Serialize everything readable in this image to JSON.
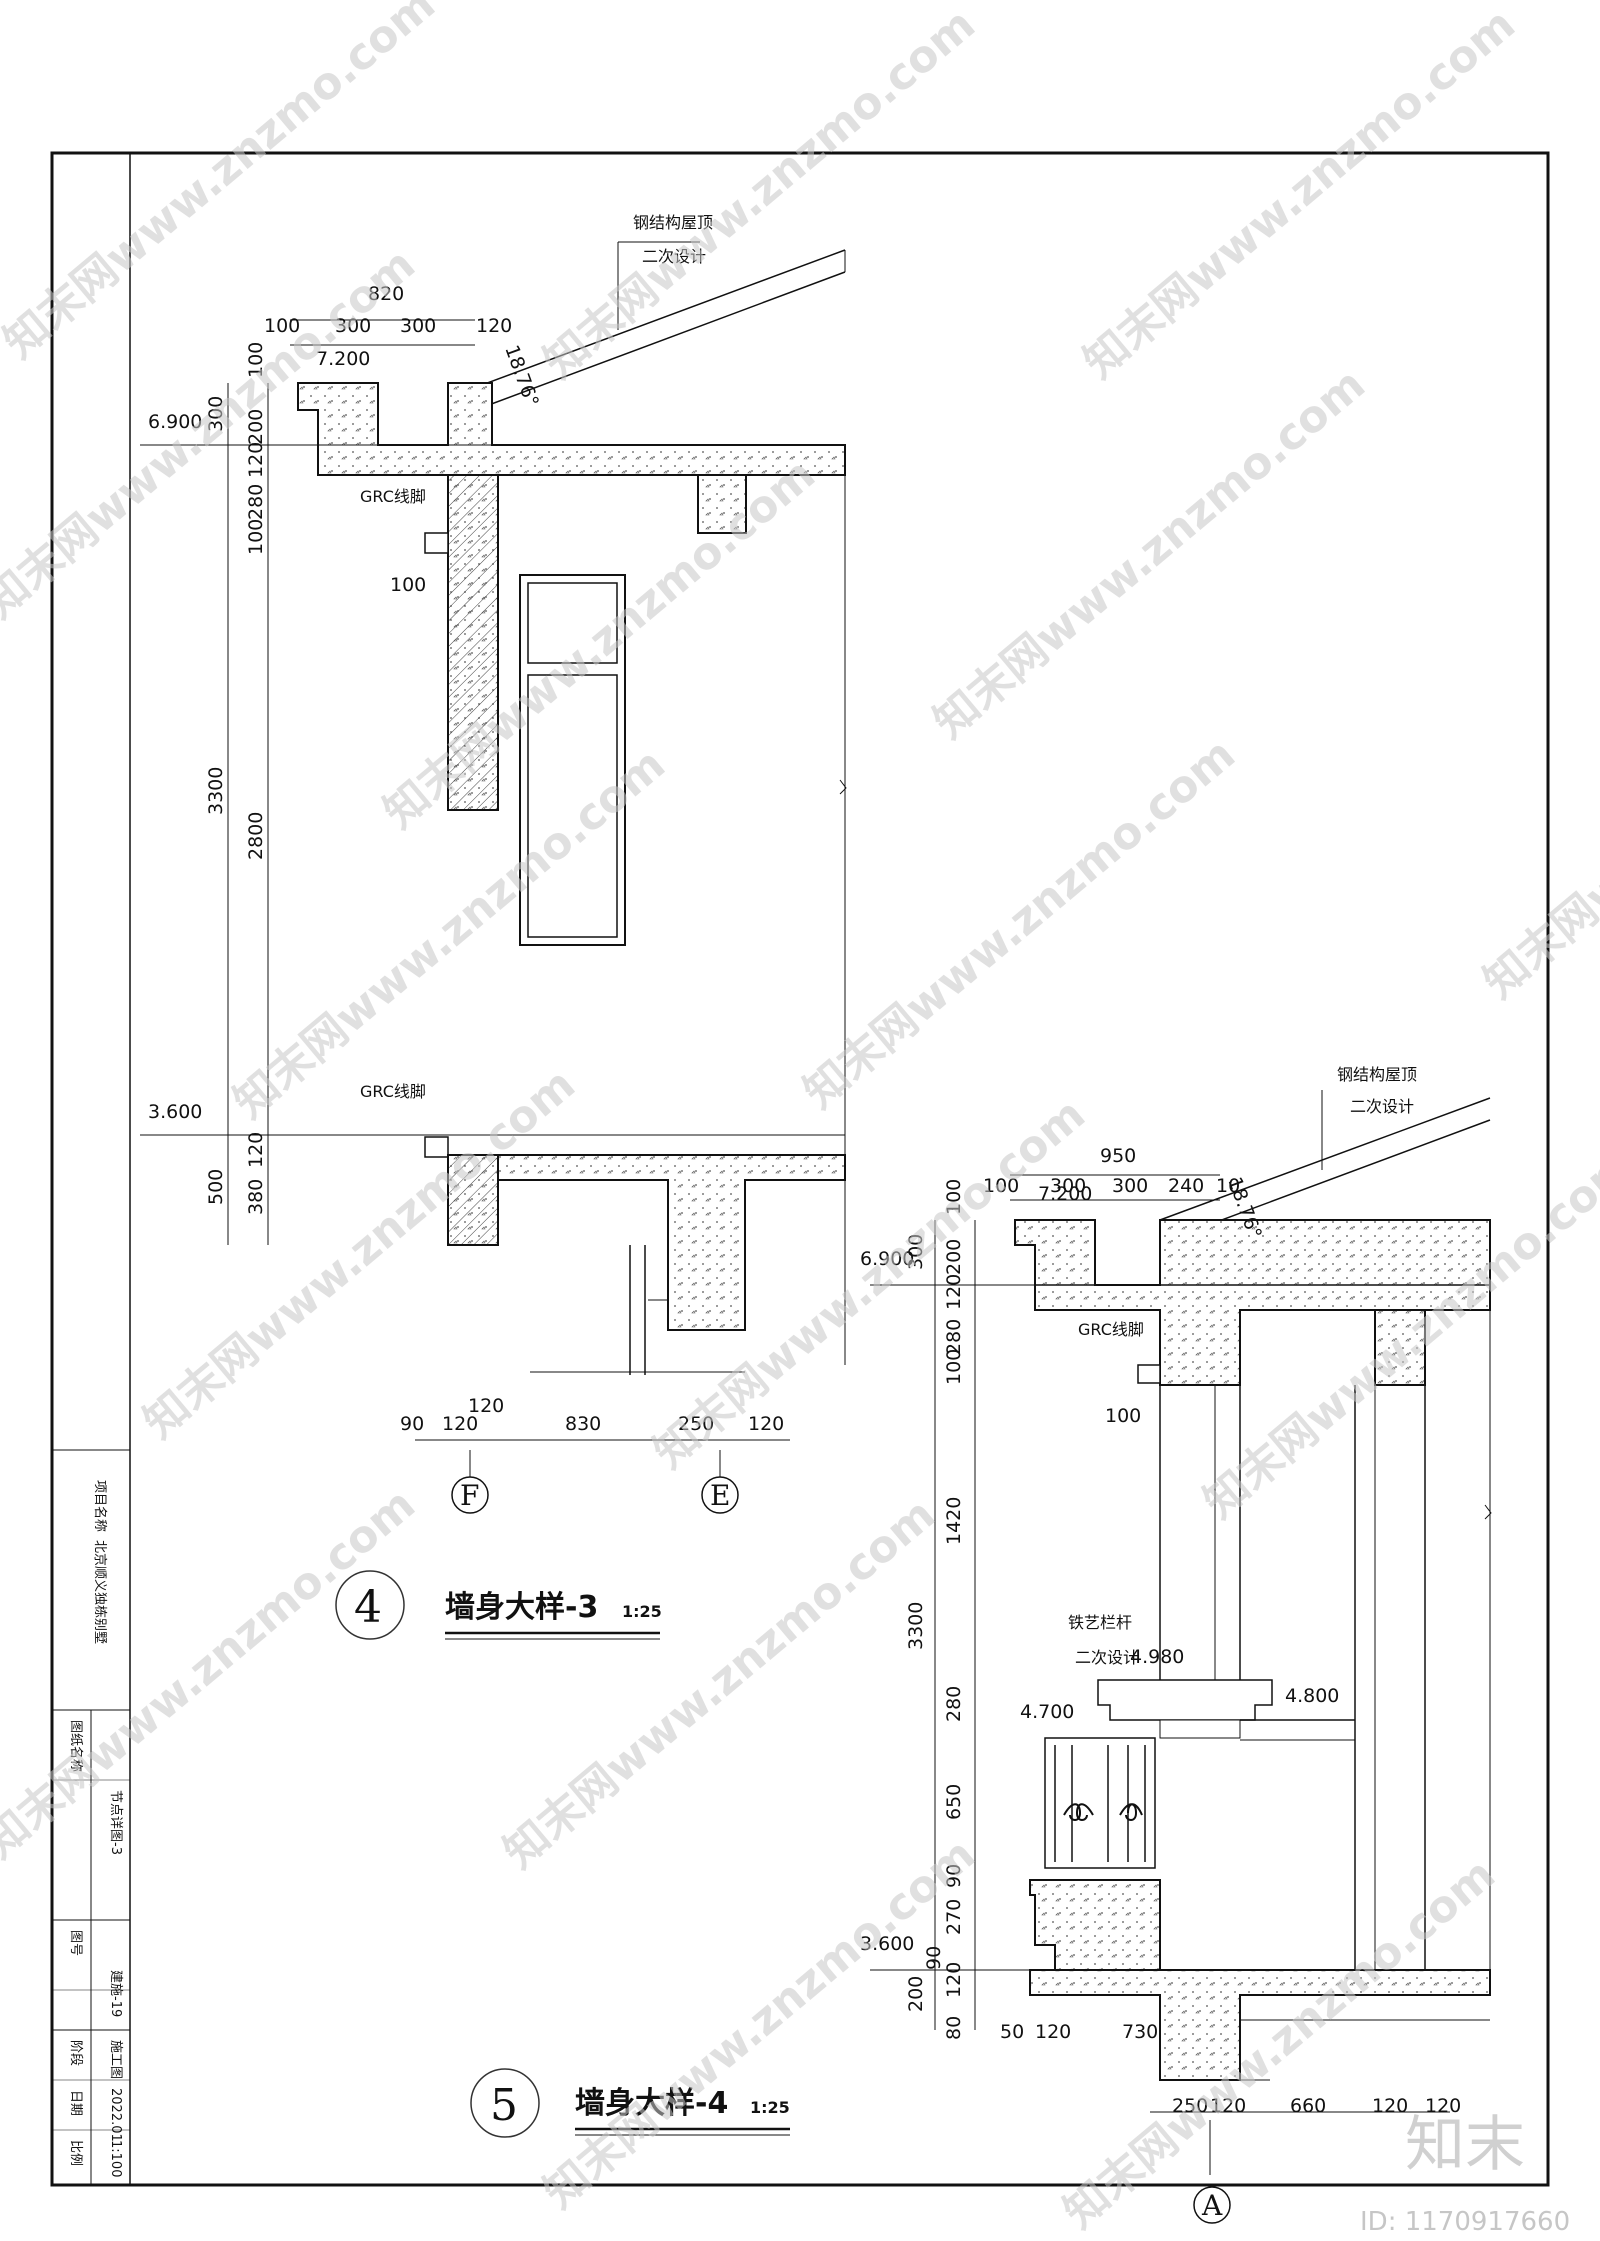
{
  "detail4": {
    "title": "墙身大样-3",
    "number": "4",
    "scale": "1:25",
    "top_dims": [
      "820",
      "100",
      "300",
      "300",
      "120"
    ],
    "roof_note": [
      "钢结构屋顶",
      "二次设计"
    ],
    "slope": "18.76°",
    "elevations": [
      "7.200",
      "6.900",
      "3.600"
    ],
    "left_dims": [
      "100",
      "300",
      "200",
      "120",
      "280",
      "100",
      "3300",
      "2800",
      "120",
      "500",
      "380"
    ],
    "grc_labels": [
      "GRC线脚",
      "GRC线脚"
    ],
    "offset_dim": "100",
    "bottom_dims": [
      "90",
      "120",
      "120",
      "830",
      "250",
      "120"
    ],
    "axes": [
      "F",
      "E"
    ]
  },
  "detail5": {
    "title": "墙身大样-4",
    "number": "5",
    "scale": "1:25",
    "top_dims": [
      "950",
      "100",
      "300",
      "300",
      "240",
      "10"
    ],
    "roof_note": [
      "钢结构屋顶",
      "二次设计"
    ],
    "slope": "18.76°",
    "elevations": [
      "7.200",
      "6.900",
      "4.980",
      "4.700",
      "4.800",
      "3.600"
    ],
    "left_dims": [
      "100",
      "300",
      "200",
      "120",
      "280",
      "100",
      "3300",
      "1420",
      "280",
      "650",
      "90",
      "270",
      "90",
      "120",
      "200",
      "80"
    ],
    "grc_label": "GRC线脚",
    "offset_dim": "100",
    "railing_note": [
      "铁艺栏杆",
      "二次设计"
    ],
    "ledge_dims": [
      "50",
      "120",
      "730"
    ],
    "bottom_dims": [
      "250",
      "120",
      "660",
      "120",
      "120"
    ],
    "axis": "A"
  },
  "title_block": {
    "project_label": "项目名称",
    "project_name": "北京顺义独栋别墅",
    "drawing_label": "图纸名称",
    "drawing_name": "节点详图-3",
    "number_label": "图号",
    "number": "建施-19",
    "stage_label": "阶段",
    "stage": "施工图",
    "date_label": "日期",
    "date": "2022.01",
    "ratio_label": "比例",
    "ratio": "1:100"
  },
  "watermark": {
    "text": "知末网www.znzmo.com",
    "brand": "知末",
    "image_id": "ID: 1170917660"
  }
}
